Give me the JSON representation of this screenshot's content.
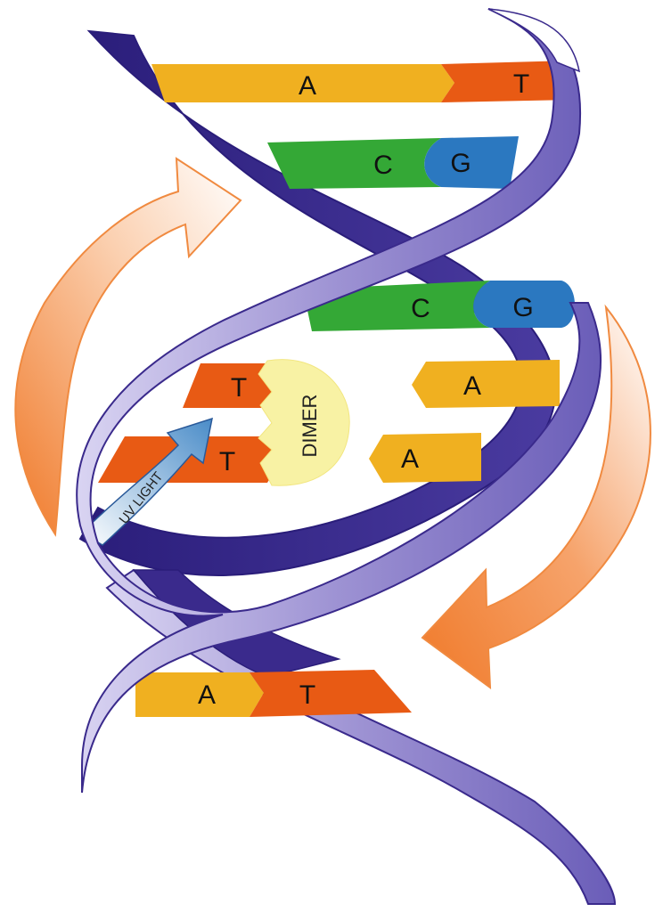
{
  "colors": {
    "adenine": "#f0b020",
    "thymine": "#e85a14",
    "cytosine": "#34a836",
    "guanine": "#2b78c0",
    "dimer": "#f8f2a4",
    "strand_dark": "#3a2a8c",
    "strand_light": "#a9a0d8",
    "arrow_orange": "#f08a40"
  },
  "pairs": [
    {
      "left": "A",
      "right": "T"
    },
    {
      "left": "C",
      "right": "G"
    },
    {
      "left": "C",
      "right": "G"
    },
    {
      "left": "T",
      "right": "A"
    },
    {
      "left": "T",
      "right": "A"
    },
    {
      "left": "A",
      "right": "T"
    }
  ],
  "dimer_label": "DIMER",
  "uv_label": "UV LIGHT",
  "icons": {
    "rotation_arrow_left": "curved-arrow-up",
    "rotation_arrow_right": "curved-arrow-down",
    "uv_arrow": "curved-arrow"
  }
}
